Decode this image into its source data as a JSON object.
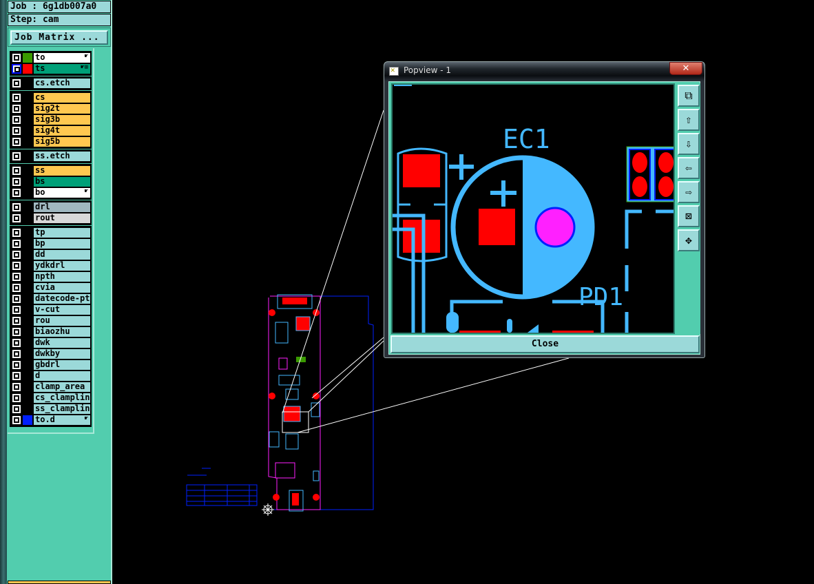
{
  "job": {
    "label": "Job : 6g1db007a0",
    "step": "Step: cam",
    "matrix_button": "Job Matrix ..."
  },
  "layers": [
    {
      "group": 1,
      "name": "to",
      "bg": "#ffffff",
      "swatch": "#3a9a00",
      "icon": "hand"
    },
    {
      "group": 1,
      "name": "ts",
      "bg": "#00a078",
      "swatch": "#ff0000",
      "icon": "hand-grid",
      "selected": true
    },
    {
      "group": 2,
      "name": "cs.etch",
      "bg": "#9bd9d9"
    },
    {
      "group": 3,
      "name": "cs",
      "bg": "#ffc850"
    },
    {
      "group": 3,
      "name": "sig2t",
      "bg": "#ffc850"
    },
    {
      "group": 3,
      "name": "sig3b",
      "bg": "#ffc850"
    },
    {
      "group": 3,
      "name": "sig4t",
      "bg": "#ffc850"
    },
    {
      "group": 3,
      "name": "sig5b",
      "bg": "#ffc850"
    },
    {
      "group": 4,
      "name": "ss.etch",
      "bg": "#9bd9d9"
    },
    {
      "group": 5,
      "name": "ss",
      "bg": "#ffc850"
    },
    {
      "group": 5,
      "name": "bs",
      "bg": "#00a078"
    },
    {
      "group": 5,
      "name": "bo",
      "bg": "#ffffff",
      "icon": "hand"
    },
    {
      "group": 6,
      "name": "drl",
      "bg": "#a0b8c0"
    },
    {
      "group": 6,
      "name": "rout",
      "bg": "#d8d8d8"
    },
    {
      "group": 7,
      "name": "tp",
      "bg": "#9bd9d9"
    },
    {
      "group": 7,
      "name": "bp",
      "bg": "#9bd9d9"
    },
    {
      "group": 7,
      "name": "dd",
      "bg": "#9bd9d9"
    },
    {
      "group": 7,
      "name": "ydkdrl",
      "bg": "#9bd9d9"
    },
    {
      "group": 7,
      "name": "npth",
      "bg": "#9bd9d9"
    },
    {
      "group": 7,
      "name": "cvia",
      "bg": "#9bd9d9"
    },
    {
      "group": 7,
      "name": "datecode-pte",
      "bg": "#9bd9d9"
    },
    {
      "group": 7,
      "name": "v-cut",
      "bg": "#9bd9d9"
    },
    {
      "group": 7,
      "name": "rou",
      "bg": "#9bd9d9"
    },
    {
      "group": 7,
      "name": "biaozhu",
      "bg": "#9bd9d9"
    },
    {
      "group": 7,
      "name": "dwk",
      "bg": "#9bd9d9"
    },
    {
      "group": 7,
      "name": "dwkby",
      "bg": "#9bd9d9"
    },
    {
      "group": 7,
      "name": "gbdrl",
      "bg": "#9bd9d9"
    },
    {
      "group": 7,
      "name": "d",
      "bg": "#9bd9d9"
    },
    {
      "group": 7,
      "name": "clamp_area",
      "bg": "#9bd9d9"
    },
    {
      "group": 7,
      "name": "cs_clampline",
      "bg": "#9bd9d9"
    },
    {
      "group": 7,
      "name": "ss_clampline",
      "bg": "#9bd9d9"
    },
    {
      "group": 7,
      "name": "to.d",
      "bg": "#9bd9d9",
      "swatch": "#0020ff",
      "icon": "hand"
    }
  ],
  "popview": {
    "title": "Popview - 1",
    "close_x": "✕",
    "close_button": "Close",
    "labels": {
      "ec1": "EC1",
      "pd1": "PD1"
    },
    "toolbar": [
      "popout-icon",
      "move-up-icon",
      "move-down-icon",
      "move-left-icon",
      "move-right-icon",
      "zoom-fit-icon",
      "pan-icon"
    ]
  },
  "colors": {
    "panel": "#52cdae",
    "field": "#9bd9d9",
    "signal": "#ffc850",
    "copper": "#ff0000",
    "silk": "#44b8ff",
    "drill": "#ff20ff",
    "profile": "#0020ff"
  }
}
